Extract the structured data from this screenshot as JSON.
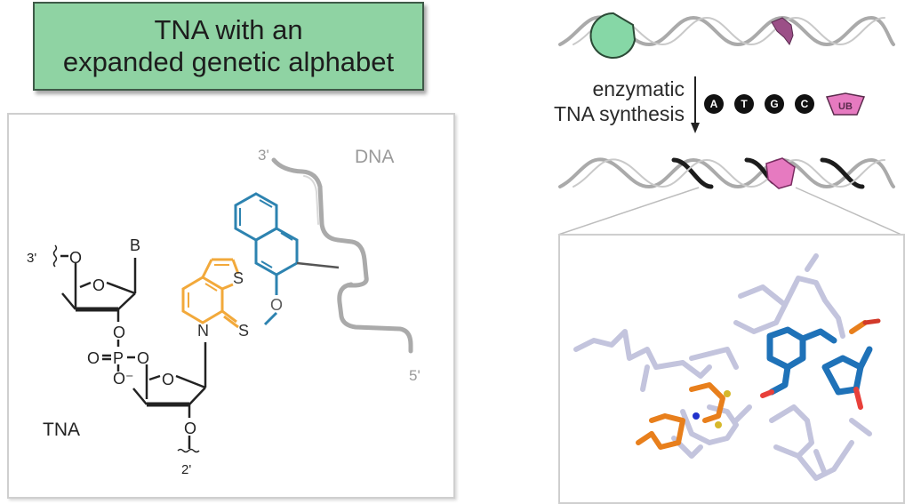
{
  "title": {
    "line1": "TNA with an",
    "line2": "expanded genetic alphabet"
  },
  "process": {
    "step_line1": "enzymatic",
    "step_line2": "TNA synthesis"
  },
  "bases": [
    {
      "label": "A",
      "type": "natural"
    },
    {
      "label": "T",
      "type": "natural"
    },
    {
      "label": "G",
      "type": "natural"
    },
    {
      "label": "C",
      "type": "natural"
    },
    {
      "label": "UB",
      "type": "unnatural"
    }
  ],
  "structure": {
    "backbone_label": "TNA",
    "template_label": "DNA",
    "three_prime_top": "3'",
    "five_prime_end": "5'",
    "three_prime_left": "3'",
    "two_prime_bottom": "2'",
    "base_label": "B",
    "atoms": {
      "O": "O",
      "P": "P",
      "N": "N",
      "S": "S",
      "O_minus": "O⁻"
    }
  },
  "colors": {
    "title_bg": "#8fd3a3",
    "enzyme": "#86d7a6",
    "unnatural_base": "#e67ac0",
    "fragment": "#9b4f87",
    "thiophene_base": "#f2a93b",
    "naphthyl_base": "#2d83b0",
    "helix": "#a8a8a8",
    "helix_dark": "#1c1c1c"
  }
}
